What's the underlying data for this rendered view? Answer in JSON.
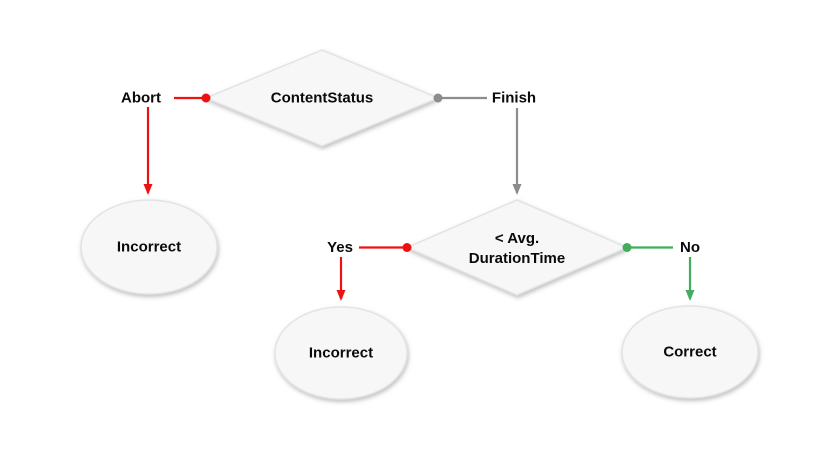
{
  "diagram": {
    "type": "decision-tree",
    "nodes": {
      "content_status": {
        "shape": "diamond",
        "label": "ContentStatus"
      },
      "avg_duration": {
        "shape": "diamond",
        "label_line1": "< Avg.",
        "label_line2": "DurationTime"
      },
      "incorrect_left": {
        "shape": "ellipse",
        "label": "Incorrect"
      },
      "incorrect_mid": {
        "shape": "ellipse",
        "label": "Incorrect"
      },
      "correct_right": {
        "shape": "ellipse",
        "label": "Correct"
      }
    },
    "edges": {
      "abort": {
        "label": "Abort",
        "from": "content_status",
        "to": "incorrect_left",
        "color": "#ee1111"
      },
      "finish": {
        "label": "Finish",
        "from": "content_status",
        "to": "avg_duration",
        "color": "#8c8c8c"
      },
      "yes": {
        "label": "Yes",
        "from": "avg_duration",
        "to": "incorrect_mid",
        "color": "#ee1111"
      },
      "no": {
        "label": "No",
        "from": "avg_duration",
        "to": "correct_right",
        "color": "#42ad5e"
      }
    },
    "colors": {
      "red": "#ee1111",
      "gray": "#8c8c8c",
      "green": "#42ad5e",
      "node_fill": "#f7f7f7",
      "node_stroke": "#e4e4e4",
      "text": "#0a0a0a",
      "background": "#ffffff"
    }
  }
}
